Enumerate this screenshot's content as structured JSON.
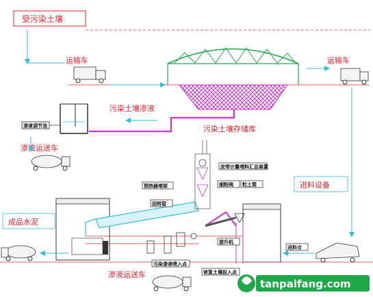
{
  "title_box": "受污染土壤",
  "labels": {
    "truck_top_left": "运输车",
    "truck_top_right": "运输车",
    "leachate": "污染土壤渗液",
    "storage": "污染土壤存储库",
    "leachate_truck_top": "渗液运送车",
    "leachate_truck_bottom": "渗液运送车",
    "feed_equipment": "进料设备",
    "cement": "成品水泥"
  },
  "small_labels": {
    "leachate_pool": "渗液调节池",
    "belt_feeder": "皮带计量喂料汇总装置",
    "preheater_tower": "预热器塔架",
    "riser": "回转窑",
    "crusher": "细粉阀",
    "soil_bin": "粒土筒",
    "elevator": "提升机",
    "feed_bin": "进料仓",
    "leachate_inlet": "污染渗液喷入点",
    "soil_inlet": "修复土壤投入点"
  },
  "colors": {
    "green": "#1ea84a",
    "magenta": "#cc33cc",
    "red": "#e0202a",
    "cyan": "#33bbdd",
    "gray": "#888888"
  },
  "watermark": "tanpaifang.com"
}
